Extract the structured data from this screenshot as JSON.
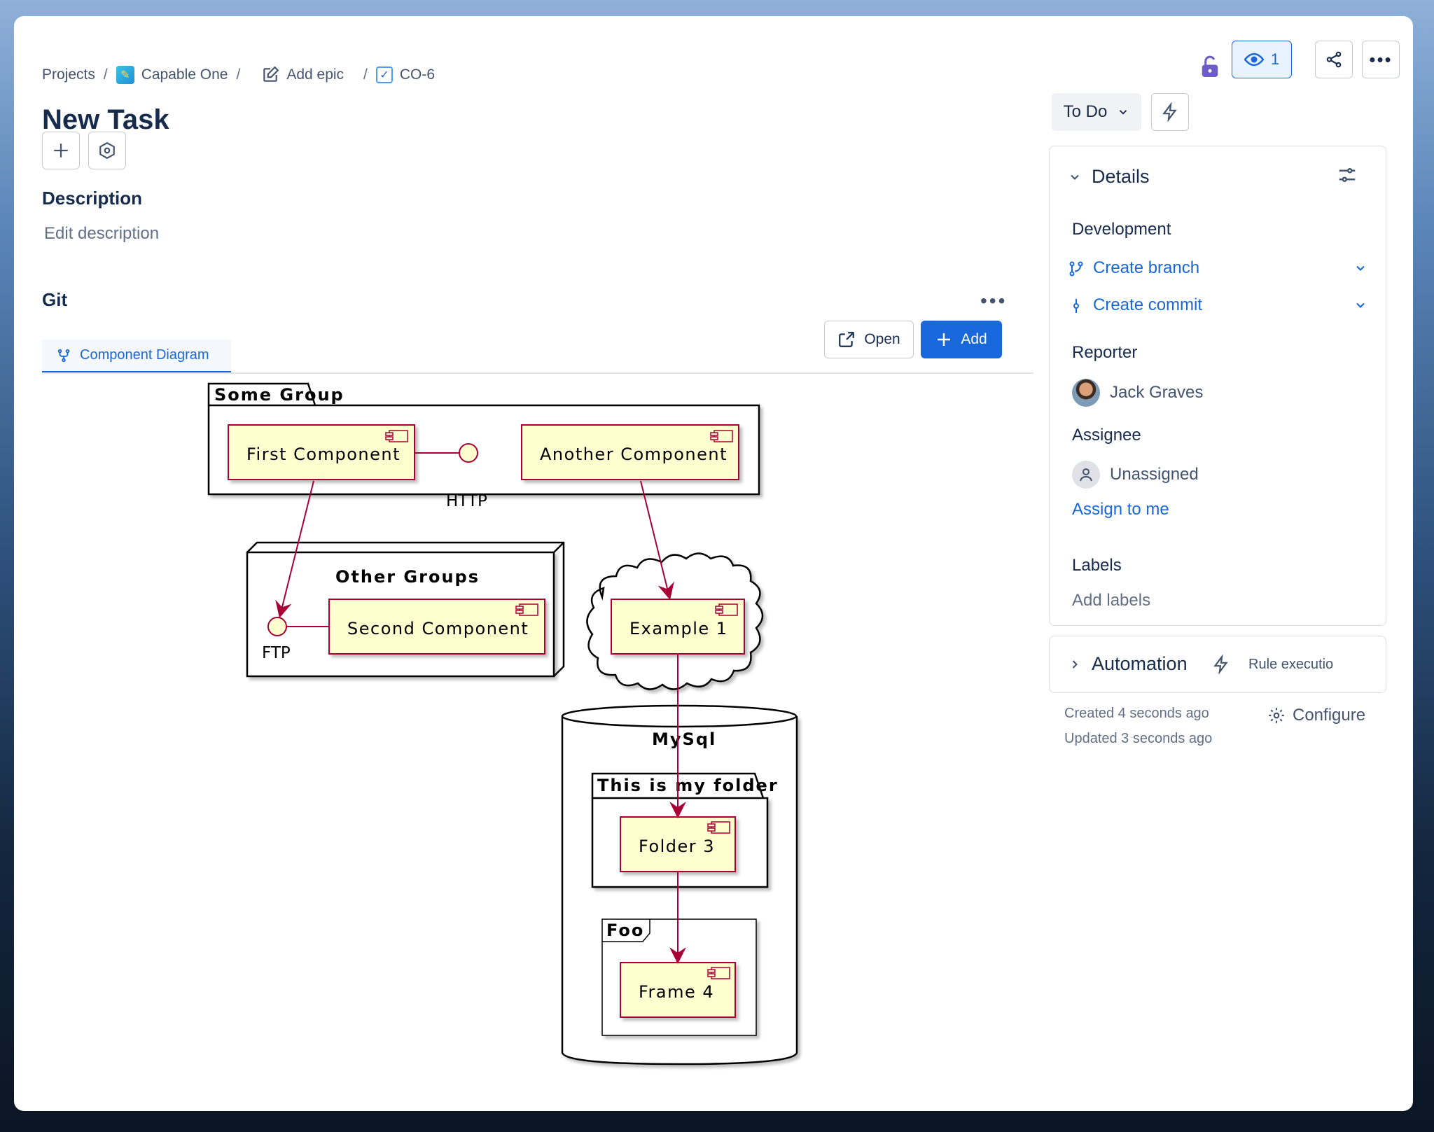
{
  "breadcrumb": {
    "projects": "Projects",
    "project": "Capable One",
    "epic": "Add epic",
    "issue": "CO-6"
  },
  "issue": {
    "title": "New Task"
  },
  "description": {
    "heading": "Description",
    "placeholder": "Edit description"
  },
  "git": {
    "heading": "Git",
    "tab": "Component Diagram",
    "open_label": "Open",
    "add_label": "Add"
  },
  "diagram": {
    "some_group": "Some Group",
    "first_component": "First Component",
    "http": "HTTP",
    "another_component": "Another Component",
    "other_groups": "Other Groups",
    "second_component": "Second Component",
    "ftp": "FTP",
    "example1": "Example 1",
    "mysql": "MySql",
    "folder": "This is my folder",
    "folder3": "Folder 3",
    "foo": "Foo",
    "frame4": "Frame 4"
  },
  "header": {
    "watch_count": "1"
  },
  "status": {
    "label": "To Do"
  },
  "details": {
    "heading": "Details",
    "development": "Development",
    "create_branch": "Create branch",
    "create_commit": "Create commit",
    "reporter_label": "Reporter",
    "reporter": "Jack Graves",
    "assignee_label": "Assignee",
    "assignee": "Unassigned",
    "assign_to_me": "Assign to me",
    "labels_label": "Labels",
    "labels_placeholder": "Add labels"
  },
  "automation": {
    "heading": "Automation",
    "rule": "Rule executio"
  },
  "footer": {
    "created": "Created 4 seconds ago",
    "updated": "Updated 3 seconds ago",
    "configure": "Configure"
  },
  "colors": {
    "accent": "#1868db",
    "component_fill": "#fefece",
    "component_border": "#a80036"
  }
}
